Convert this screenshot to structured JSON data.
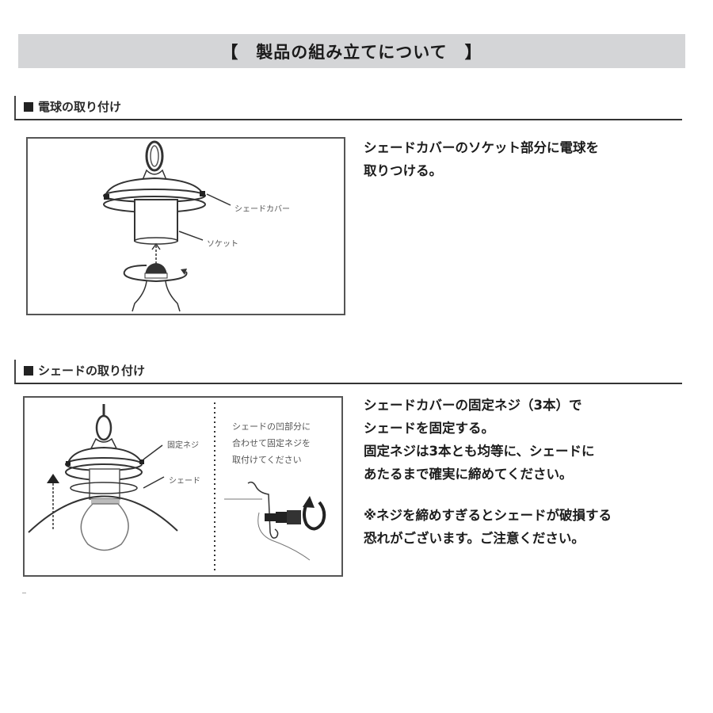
{
  "header": {
    "title": "【　製品の組み立てについて　】"
  },
  "sections": [
    {
      "heading": "電球の取り付け",
      "figure": {
        "labels": {
          "shade_cover": "シェードカバー",
          "socket": "ソケット"
        }
      },
      "description": "シェードカバーのソケット部分に電球を\n取りつける。"
    },
    {
      "heading": "シェードの取り付け",
      "figure": {
        "labels": {
          "fixing_screw": "固定ネジ",
          "shade": "シェード"
        },
        "note": "シェードの凹部分に\n合わせて固定ネジを\n取付けてください"
      },
      "description": "シェードカバーの固定ネジ（3本）で\nシェードを固定する。\n固定ネジは3本とも均等に、シェードに\nあたるまで確実に締めてください。",
      "warning": "※ネジを締めすぎるとシェードが破損する\n恐れがございます。ご注意ください。"
    }
  ]
}
